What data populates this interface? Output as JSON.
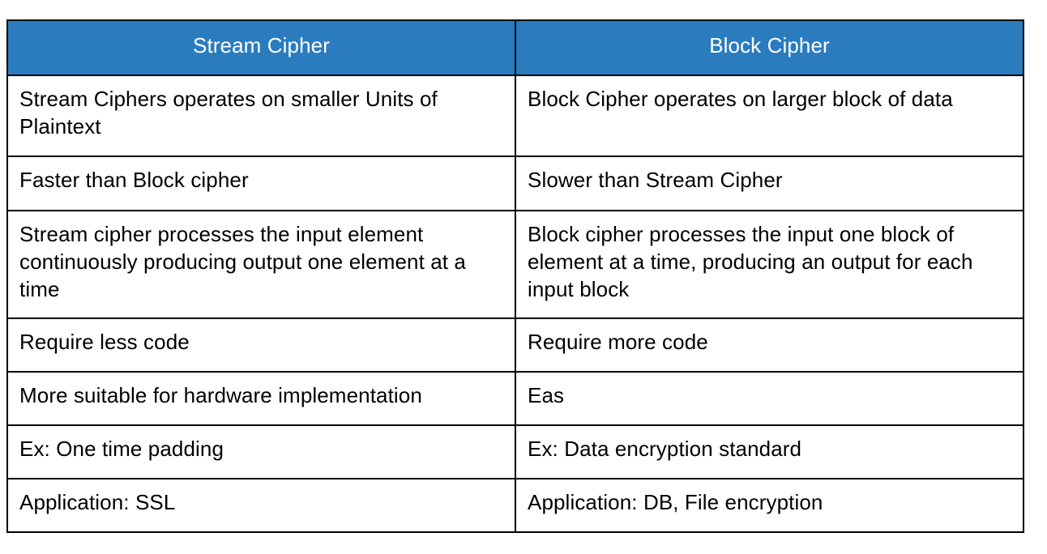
{
  "theme": {
    "header_bg": "#2A7CBF",
    "header_text": "#FFFFFF",
    "body_text": "#000000",
    "border": "#000000",
    "page_bg": "#FFFFFF"
  },
  "table": {
    "headers": [
      "Stream Cipher",
      "Block Cipher"
    ],
    "rows": [
      [
        "Stream Ciphers operates on smaller Units of Plaintext",
        "Block Cipher operates on larger block of data"
      ],
      [
        "Faster than Block cipher",
        "Slower than Stream Cipher"
      ],
      [
        "Stream cipher processes the input element continuously producing output one element at a time",
        "Block cipher processes the input one block of element at a time, producing an output for each input block"
      ],
      [
        "Require less code",
        "Require more code"
      ],
      [
        "More suitable for hardware implementation",
        "Eas"
      ],
      [
        "Ex: One time padding",
        "Ex: Data encryption standard"
      ],
      [
        "Application: SSL",
        "Application: DB, File encryption"
      ]
    ]
  }
}
